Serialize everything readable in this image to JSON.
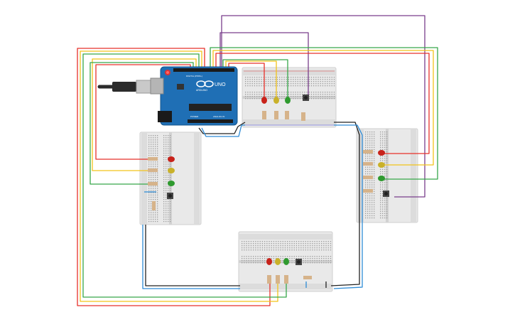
{
  "canvas": {
    "background": "#ffffff"
  },
  "arduino": {
    "logo_text": "UNO",
    "brand_text": "ARDUINO",
    "header_digital": "DIGITAL (PWM~)",
    "header_power": "POWER",
    "header_analog": "ANALOG IN",
    "board_color": "#1f6fb5",
    "usb_color": "#c9c9c9",
    "cable_color": "#2b2b2b"
  },
  "breadboards": [
    {
      "id": "top",
      "has_button": true,
      "leds": [
        "red",
        "yellow",
        "green"
      ]
    },
    {
      "id": "left",
      "has_button": true,
      "leds": [
        "red",
        "yellow",
        "green"
      ]
    },
    {
      "id": "right",
      "has_button": true,
      "leds": [
        "red",
        "yellow",
        "green"
      ]
    },
    {
      "id": "bottom",
      "has_button": true,
      "leds": [
        "red",
        "yellow",
        "green"
      ]
    }
  ],
  "wire_colors": {
    "red": "#e8312a",
    "yellow": "#f2c41b",
    "green": "#37a84a",
    "purple": "#7a3e8c",
    "blue": "#2d8bd6",
    "black": "#222222"
  },
  "led_colors": {
    "red": "#c8221a",
    "yellow": "#c9b12a",
    "green": "#2f9a2f"
  }
}
